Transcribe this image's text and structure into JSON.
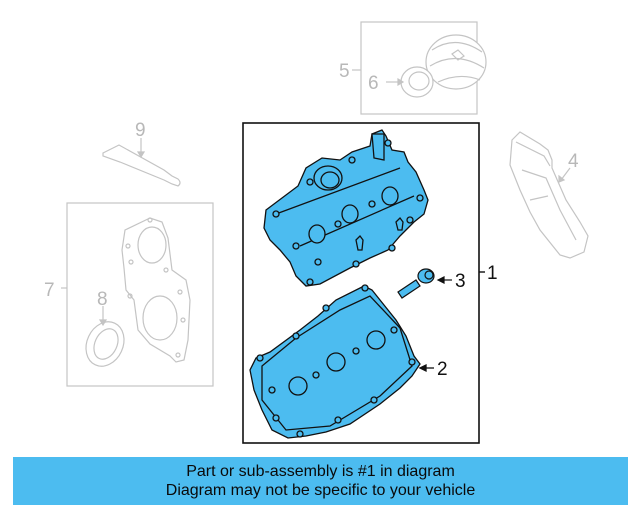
{
  "diagram": {
    "highlight_color": "#4cbcf0",
    "faded_color": "#bfbfbf",
    "outline_color": "#111111",
    "callouts": [
      {
        "id": "1",
        "label": "1",
        "part": "valve-cover-assembly",
        "highlighted": true
      },
      {
        "id": "2",
        "label": "2",
        "part": "valve-cover-gasket",
        "highlighted": true
      },
      {
        "id": "3",
        "label": "3",
        "part": "valve-cover-bolt",
        "highlighted": true
      },
      {
        "id": "4",
        "label": "4",
        "part": "engine-cover-bracket",
        "highlighted": false
      },
      {
        "id": "5",
        "label": "5",
        "part": "oil-filler-cap-group",
        "highlighted": false
      },
      {
        "id": "6",
        "label": "6",
        "part": "filler-cap-seal",
        "highlighted": false
      },
      {
        "id": "7",
        "label": "7",
        "part": "timing-cover-group",
        "highlighted": false
      },
      {
        "id": "8",
        "label": "8",
        "part": "crankshaft-seal",
        "highlighted": false
      },
      {
        "id": "9",
        "label": "9",
        "part": "sealant-tube",
        "highlighted": false
      }
    ]
  },
  "banner": {
    "line1": "Part or sub-assembly is #1 in diagram",
    "line2": "Diagram may not be specific to your vehicle",
    "background": "#4cbcf0"
  }
}
